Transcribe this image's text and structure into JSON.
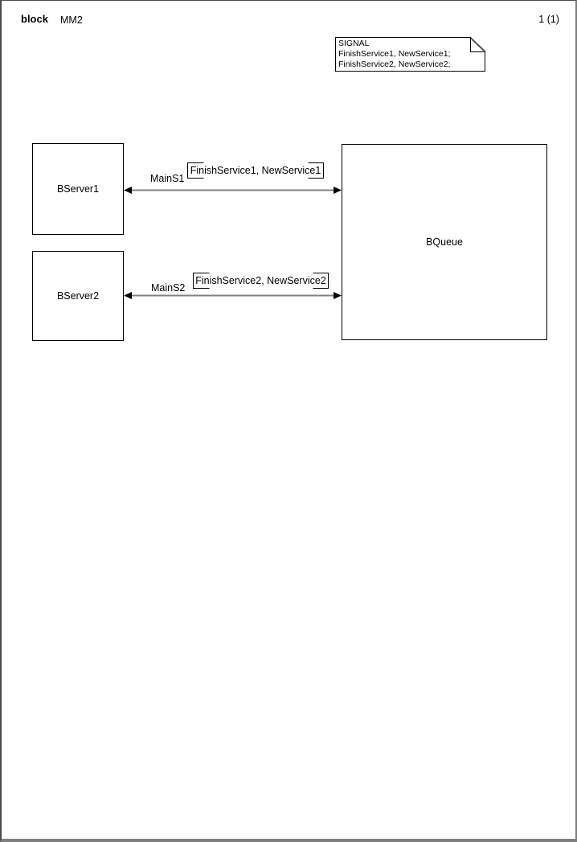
{
  "page": {
    "kind_label": "block",
    "name": "MM2",
    "page_number": "1 (1)"
  },
  "signal_note": {
    "lines": [
      "SIGNAL",
      "FinishService1, NewService1;",
      "FinishService2, NewService2;"
    ]
  },
  "blocks": [
    {
      "label": "BServer1"
    },
    {
      "label": "BServer2"
    },
    {
      "label": "BQueue"
    }
  ],
  "channels": [
    {
      "name": "MainS1",
      "signals": "FinishService1, NewService1"
    },
    {
      "name": "MainS2",
      "signals": "FinishService2, NewService2"
    }
  ],
  "colors": {
    "channel_line": "#808080",
    "symbol_stroke": "#000000",
    "page_background": "#ffffff"
  }
}
